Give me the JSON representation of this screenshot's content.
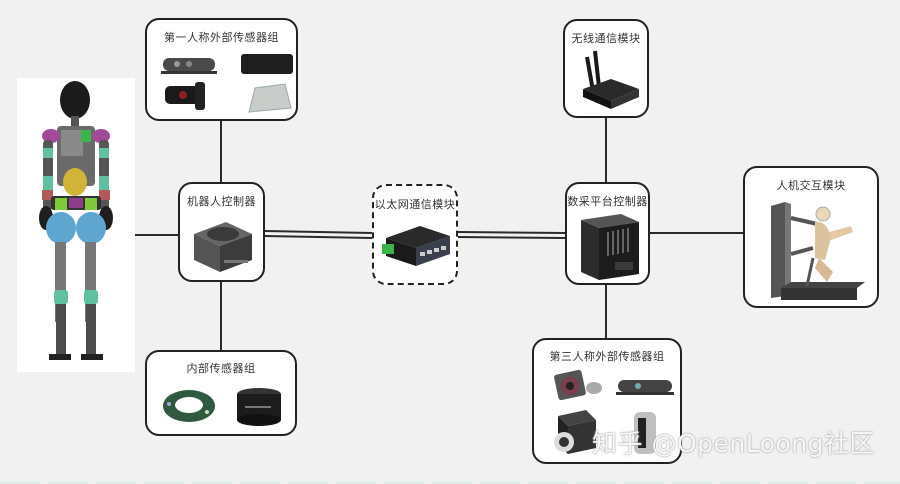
{
  "diagram": {
    "robot": {
      "label": "humanoid-robot"
    },
    "nodes": {
      "first_person_sensors": {
        "title": "第一人称外部传感器组"
      },
      "robot_controller": {
        "title": "机器人控制器"
      },
      "internal_sensors": {
        "title": "内部传感器组"
      },
      "ethernet_module": {
        "title": "以太网通信模块"
      },
      "wireless_module": {
        "title": "无线通信模块"
      },
      "data_platform_controller": {
        "title": "数采平台控制器"
      },
      "third_person_sensors": {
        "title": "第三人称外部传感器组"
      },
      "hmi_module": {
        "title": "人机交互模块"
      }
    },
    "connections": [
      {
        "from": "robot",
        "to": "robot_controller",
        "style": "single"
      },
      {
        "from": "first_person_sensors",
        "to": "robot_controller",
        "style": "single"
      },
      {
        "from": "robot_controller",
        "to": "internal_sensors",
        "style": "single"
      },
      {
        "from": "robot_controller",
        "to": "ethernet_module",
        "style": "double"
      },
      {
        "from": "ethernet_module",
        "to": "data_platform_controller",
        "style": "double"
      },
      {
        "from": "wireless_module",
        "to": "data_platform_controller",
        "style": "single"
      },
      {
        "from": "data_platform_controller",
        "to": "third_person_sensors",
        "style": "single"
      },
      {
        "from": "data_platform_controller",
        "to": "hmi_module",
        "style": "single"
      }
    ]
  },
  "watermark": "知乎 @OpenLoong社区"
}
